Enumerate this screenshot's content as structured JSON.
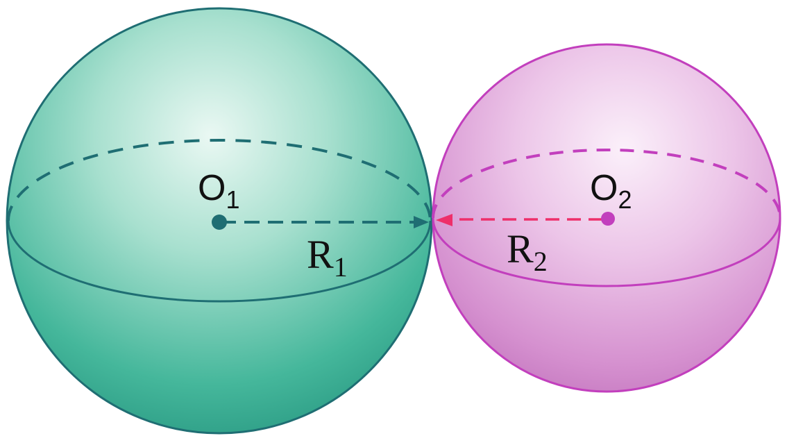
{
  "sphere1": {
    "center_label": "O",
    "center_sub": "1",
    "radius_label": "R",
    "radius_sub": "1",
    "fill_color": "#3fb598",
    "line_color": "#1f6e73",
    "highlight_color": "#eaf8f3"
  },
  "sphere2": {
    "center_label": "O",
    "center_sub": "2",
    "radius_label": "R",
    "radius_sub": "2",
    "fill_color": "#d98bd4",
    "line_color": "#c23fbd",
    "arrow_color": "#ee2f6a",
    "highlight_color": "#fbf0fa"
  }
}
